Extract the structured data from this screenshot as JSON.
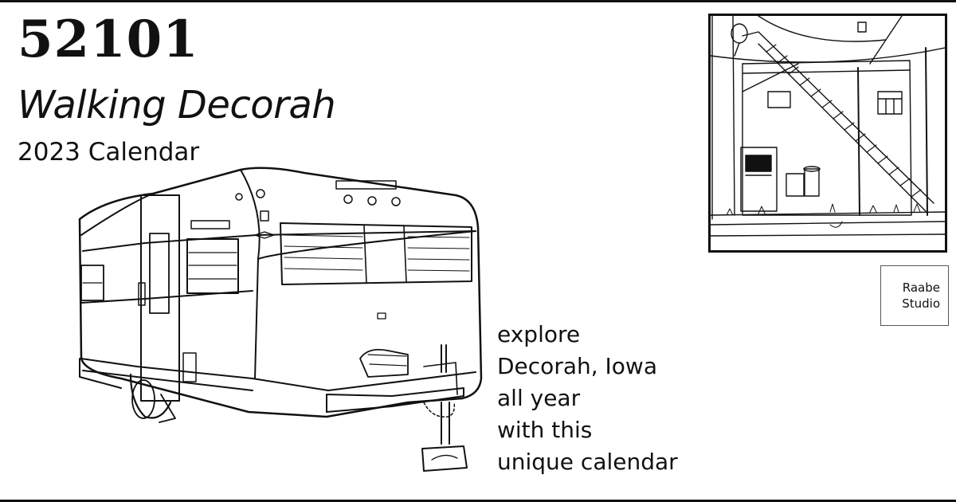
{
  "cover": {
    "zip_code": "52101",
    "title": "Walking Decorah",
    "subtitle": "2023 Calendar",
    "tagline": [
      "explore",
      "Decorah, Iowa",
      "all year",
      "with this",
      "unique calendar"
    ],
    "studio_badge": [
      "Raabe",
      "Studio"
    ]
  },
  "images": {
    "main_illustration": "vintage-camper-trailer-line-drawing",
    "inset_illustration": "alley-building-with-exterior-staircase-line-drawing"
  },
  "colors": {
    "ink": "#111111",
    "paper": "#ffffff"
  }
}
